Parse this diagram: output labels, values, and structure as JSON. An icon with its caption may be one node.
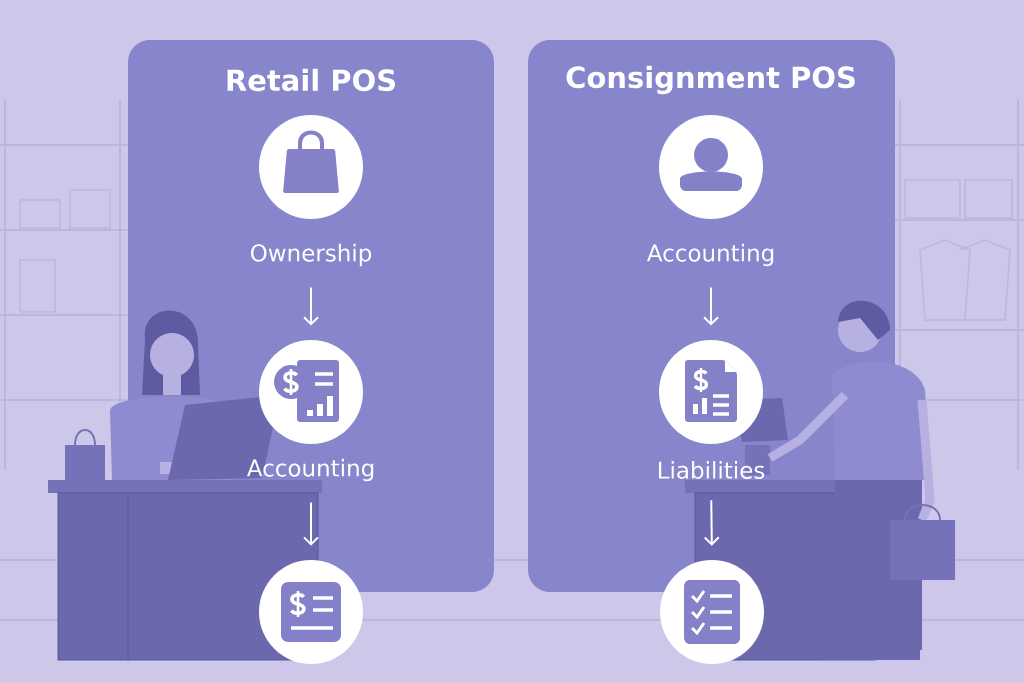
{
  "diagram": {
    "nodes": [
      {
        "text": [
          "Retail POS"
        ]
      },
      {
        "text": [
          "Ownership"
        ],
        "in": 0
      },
      {
        "text": [
          "Accounting"
        ],
        "in": 0
      },
      {
        "text": [],
        "shape": "circle"
      },
      {
        "text": [
          "Consignment POS"
        ]
      },
      {
        "text": [
          "Accounting"
        ],
        "in": 4
      },
      {
        "text": [
          "Liabilities"
        ],
        "in": 4
      },
      {
        "text": [],
        "shape": "circle"
      }
    ],
    "edges": [
      {
        "from": 1,
        "to": 2,
        "arrow": "to"
      },
      {
        "from": 2,
        "to": 3,
        "arrow": "to"
      },
      {
        "from": 5,
        "to": 6,
        "arrow": "to"
      },
      {
        "from": 6,
        "to": 7,
        "arrow": "to"
      }
    ]
  }
}
